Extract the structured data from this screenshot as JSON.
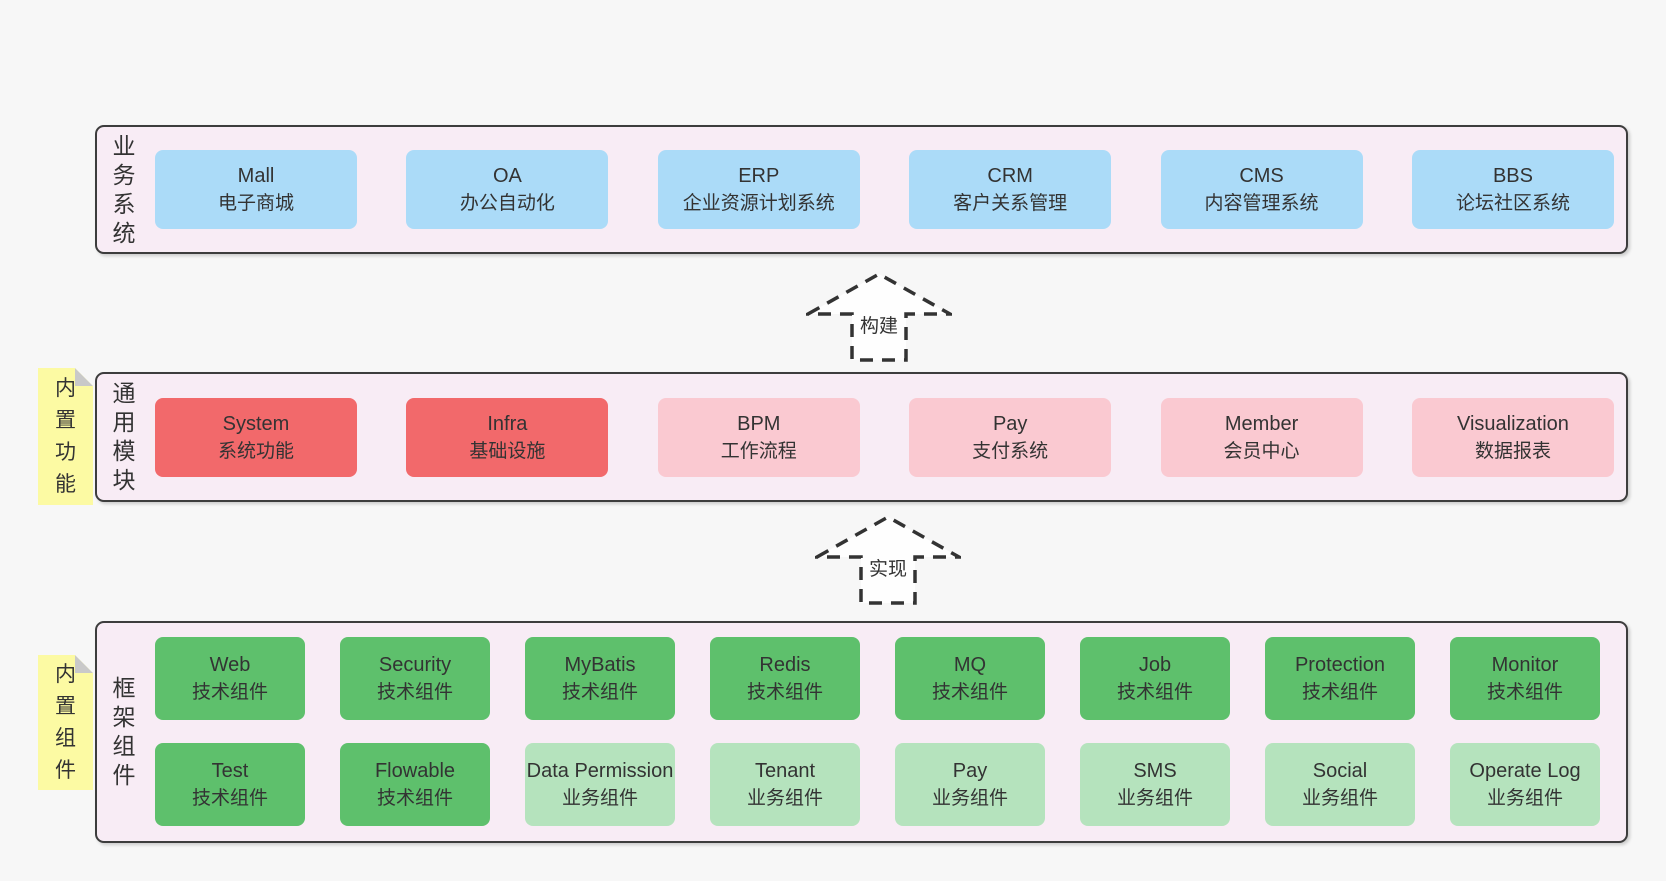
{
  "diagram": {
    "bands": {
      "business": {
        "label": "业务系统",
        "items": [
          {
            "en": "Mall",
            "zh": "电子商城"
          },
          {
            "en": "OA",
            "zh": "办公自动化"
          },
          {
            "en": "ERP",
            "zh": "企业资源计划系统"
          },
          {
            "en": "CRM",
            "zh": "客户关系管理"
          },
          {
            "en": "CMS",
            "zh": "内容管理系统"
          },
          {
            "en": "BBS",
            "zh": "论坛社区系统"
          }
        ]
      },
      "modules": {
        "label": "通用模块",
        "note": "内置功能",
        "items": [
          {
            "en": "System",
            "zh": "系统功能"
          },
          {
            "en": "Infra",
            "zh": "基础设施"
          },
          {
            "en": "BPM",
            "zh": "工作流程"
          },
          {
            "en": "Pay",
            "zh": "支付系统"
          },
          {
            "en": "Member",
            "zh": "会员中心"
          },
          {
            "en": "Visualization",
            "zh": "数据报表"
          }
        ]
      },
      "framework": {
        "label": "框架组件",
        "note": "内置组件",
        "row1": [
          {
            "en": "Web",
            "zh": "技术组件"
          },
          {
            "en": "Security",
            "zh": "技术组件"
          },
          {
            "en": "MyBatis",
            "zh": "技术组件"
          },
          {
            "en": "Redis",
            "zh": "技术组件"
          },
          {
            "en": "MQ",
            "zh": "技术组件"
          },
          {
            "en": "Job",
            "zh": "技术组件"
          },
          {
            "en": "Protection",
            "zh": "技术组件"
          },
          {
            "en": "Monitor",
            "zh": "技术组件"
          }
        ],
        "row2": [
          {
            "en": "Test",
            "zh": "技术组件"
          },
          {
            "en": "Flowable",
            "zh": "技术组件"
          },
          {
            "en": "Data Permission",
            "zh": "业务组件"
          },
          {
            "en": "Tenant",
            "zh": "业务组件"
          },
          {
            "en": "Pay",
            "zh": "业务组件"
          },
          {
            "en": "SMS",
            "zh": "业务组件"
          },
          {
            "en": "Social",
            "zh": "业务组件"
          },
          {
            "en": "Operate Log",
            "zh": "业务组件"
          }
        ]
      }
    },
    "arrows": [
      {
        "label": "构建"
      },
      {
        "label": "实现"
      }
    ],
    "colors": {
      "page_bg": "#f7f7f7",
      "band_bg": "#f8ecf5",
      "band_border": "#3d3d3d",
      "blue": "#abdbf8",
      "red": "#f2696b",
      "pink": "#fac9d1",
      "green": "#5ec06c",
      "green_light": "#b5e3bd",
      "note_yellow": "#fcfaa3",
      "note_fold": "#c9c9c9",
      "text": "#333333"
    }
  }
}
